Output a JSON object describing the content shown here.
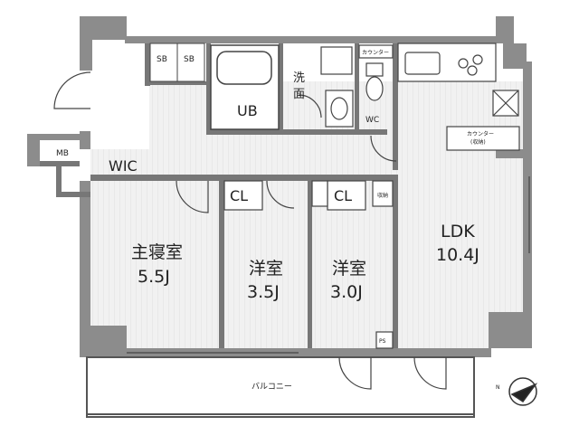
{
  "colors": {
    "wall": "#8c8c8c",
    "floor_wood": "#eeeeee",
    "floor_wet": "#ffffff",
    "line": "#444444"
  },
  "rooms": {
    "main_bedroom": {
      "name": "主寝室",
      "size": "5.5J"
    },
    "western_1": {
      "name": "洋室",
      "size": "3.5J"
    },
    "western_2": {
      "name": "洋室",
      "size": "3.0J"
    },
    "ldk": {
      "name": "LDK",
      "size": "10.4J"
    }
  },
  "labels": {
    "sb1": "SB",
    "sb2": "SB",
    "ub": "UB",
    "washroom_1": "洗",
    "washroom_2": "面",
    "wc": "WC",
    "counter_wc": "カウンター",
    "counter_kitchen_1": "カウンター",
    "counter_kitchen_2": "(収納)",
    "wic": "WIC",
    "mb": "MB",
    "cl1": "CL",
    "cl2": "CL",
    "storage": "収納",
    "ps": "PS",
    "balcony": "バルコニー",
    "north": "N"
  }
}
